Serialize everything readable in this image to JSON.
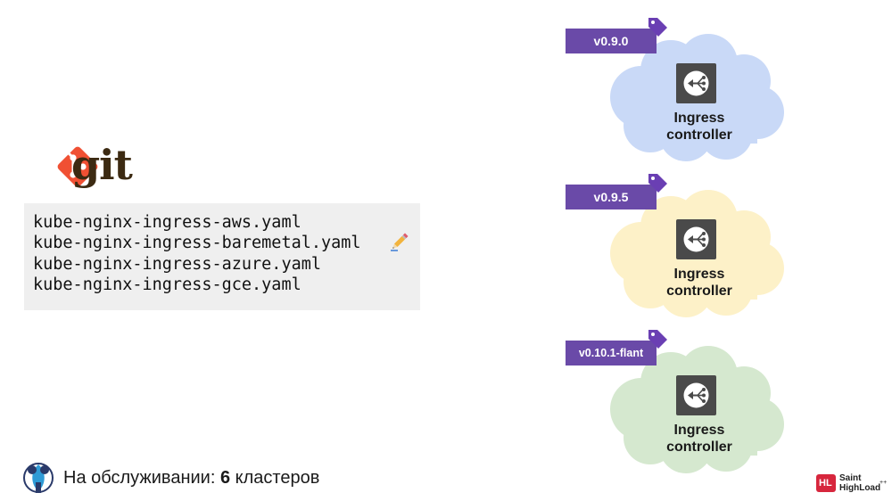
{
  "git": {
    "word": "git"
  },
  "code": {
    "lines": [
      "kube-nginx-ingress-aws.yaml",
      "kube-nginx-ingress-baremetal.yaml",
      "kube-nginx-ingress-azure.yaml",
      "kube-nginx-ingress-gce.yaml"
    ],
    "edit_icon": "pencil-icon"
  },
  "footer": {
    "prefix": "На обслуживании: ",
    "count": "6",
    "suffix": " кластеров"
  },
  "brand": {
    "hl": "HL",
    "saint": "Saint",
    "highload": "HighLoad",
    "sup": "++"
  },
  "clouds": [
    {
      "tag": "v0.9.0",
      "label_line1": "Ingress",
      "label_line2": "controller",
      "color": "#c9d9f7"
    },
    {
      "tag": "v0.9.5",
      "label_line1": "Ingress",
      "label_line2": "controller",
      "color": "#fdf1c8"
    },
    {
      "tag": "v0.10.1-flant",
      "label_line1": "Ingress",
      "label_line2": "controller",
      "color": "#d5e8cf"
    }
  ],
  "colors": {
    "tag": "#6a4aa8",
    "git_orange": "#f05033",
    "icon_box": "#4a4a4a"
  }
}
